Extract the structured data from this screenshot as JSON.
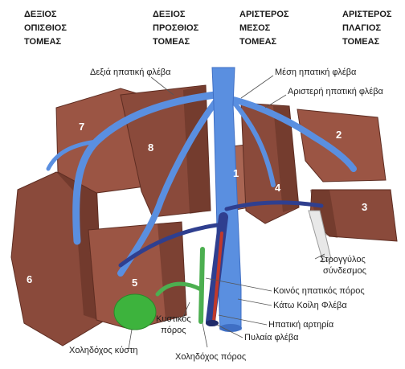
{
  "headers": {
    "right_posterior": [
      "ΔΕΞΙΟΣ",
      "ΟΠΙΣΘΙΟΣ",
      "ΤΟΜΕΑΣ"
    ],
    "right_anterior": [
      "ΔΕΞΙΟΣ",
      "ΠΡΟΣΘΙΟΣ",
      "ΤΟΜΕΑΣ"
    ],
    "left_medial": [
      "ΑΡΙΣΤΕΡΟΣ",
      "ΜΕΣΟΣ",
      "ΤΟΜΕΑΣ"
    ],
    "left_lateral": [
      "ΑΡΙΣΤΕΡΟΣ",
      "ΠΛΑΓΙΟΣ",
      "ΤΟΜΕΑΣ"
    ]
  },
  "segments": [
    "1",
    "2",
    "3",
    "4",
    "5",
    "6",
    "7",
    "8"
  ],
  "labels": {
    "right_hepatic_vein": "Δεξιά ηπατική φλέβα",
    "middle_hepatic_vein": "Μέση ηπατική φλέβα",
    "left_hepatic_vein": "Αριστερή ηπατική φλέβα",
    "round_ligament": [
      "Στρογγύλος",
      "σύνδεσμος"
    ],
    "common_hepatic_duct": "Κοινός ηπατικός πόρος",
    "inferior_vena_cava": "Κάτω Κοίλη Φλέβα",
    "hepatic_artery": "Ηπατική αρτηρία",
    "portal_vein": "Πυλαία φλέβα",
    "cystic_duct": [
      "Κυστικός",
      "πόρος"
    ],
    "gallbladder": "Χοληδόχος κύστη",
    "common_bile_duct": "Χοληδόχος πόρος"
  },
  "colors": {
    "liver": "#8a4a3b",
    "liver_light": "#a96553",
    "liver_dark": "#5e2d22",
    "vein": "#5a8fe0",
    "vein_dark": "#3f6fc4",
    "portal": "#2f3f8f",
    "artery": "#c0392b",
    "bile_duct": "#4caf50",
    "gallbladder": "#3db33d"
  }
}
